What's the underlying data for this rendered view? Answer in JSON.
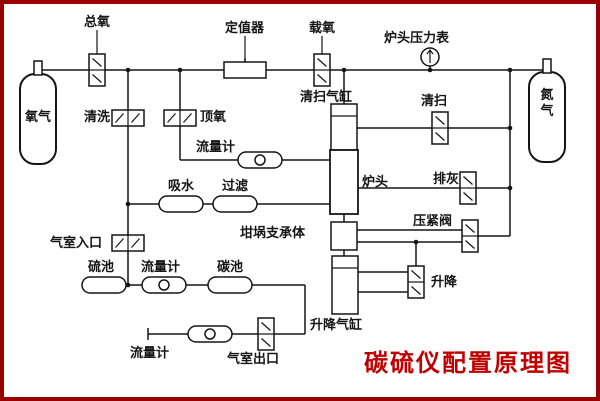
{
  "colors": {
    "frame_border": "#990000",
    "title": "#c00000",
    "line": "#151515"
  },
  "title": {
    "text": "碳硫仪配置原理图"
  },
  "cylinders": {
    "left": "氧气",
    "right": "氮气"
  },
  "labels": {
    "total_oxygen": "总氧",
    "regulator": "定值器",
    "carrier_oxygen": "载氧",
    "furnace_pressure_gauge": "炉头压力表",
    "purge": "清洗",
    "top_oxygen": "顶氧",
    "flow_meter_top": "流量计",
    "sweep_cylinder": "清扫气缸",
    "sweep": "清扫",
    "furnace_head": "炉头",
    "water_absorber": "吸水",
    "filter": "过滤",
    "ash_discharge": "排灰",
    "press_valve": "压紧阀",
    "crucible_support": "坩埚支承体",
    "gas_chamber_inlet": "气室入口",
    "sulfur_cell": "硫池",
    "flow_meter_mid": "流量计",
    "carbon_cell": "碳池",
    "lift_cylinder": "升降气缸",
    "lift": "升降",
    "flow_meter_bottom": "流量计",
    "gas_chamber_outlet": "气室出口"
  }
}
